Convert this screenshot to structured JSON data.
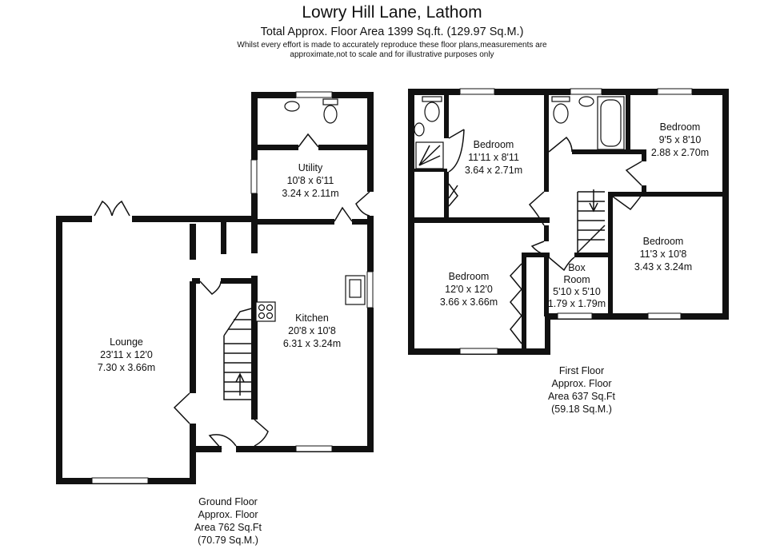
{
  "header": {
    "title": "Lowry Hill Lane, Lathom",
    "subtitle": "Total Approx. Floor Area 1399 Sq.ft. (129.97 Sq.M.)",
    "disclaimer_line1": "Whilst every effort is made to accurately reproduce these floor plans,measurements are",
    "disclaimer_line2": "approximate,not to scale and for illustrative purposes only"
  },
  "ground_floor": {
    "caption": [
      "Ground Floor",
      "Approx. Floor",
      "Area 762 Sq.Ft",
      "(70.79 Sq.M.)"
    ],
    "rooms": [
      {
        "name": "Lounge",
        "imperial": "23'11 x 12'0",
        "metric": "7.30 x 3.66m"
      },
      {
        "name": "Kitchen",
        "imperial": "20'8 x 10'8",
        "metric": "6.31 x 3.24m"
      },
      {
        "name": "Utility",
        "imperial": "10'8 x 6'11",
        "metric": "3.24 x 2.11m"
      }
    ]
  },
  "first_floor": {
    "caption": [
      "First Floor",
      "Approx. Floor",
      "Area 637 Sq.Ft",
      "(59.18 Sq.M.)"
    ],
    "rooms": [
      {
        "name": "Bedroom",
        "imperial": "11'11 x 8'11",
        "metric": "3.64 x 2.71m"
      },
      {
        "name": "Bedroom",
        "imperial": "9'5 x 8'10",
        "metric": "2.88 x 2.70m"
      },
      {
        "name": "Bedroom",
        "imperial": "11'3 x 10'8",
        "metric": "3.43 x 3.24m"
      },
      {
        "name": "Bedroom",
        "imperial": "12'0 x 12'0",
        "metric": "3.66 x 3.66m"
      },
      {
        "name_line1": "Box",
        "name_line2": "Room",
        "imperial": "5'10 x 5'10",
        "metric": "1.79 x 1.79m"
      }
    ]
  }
}
